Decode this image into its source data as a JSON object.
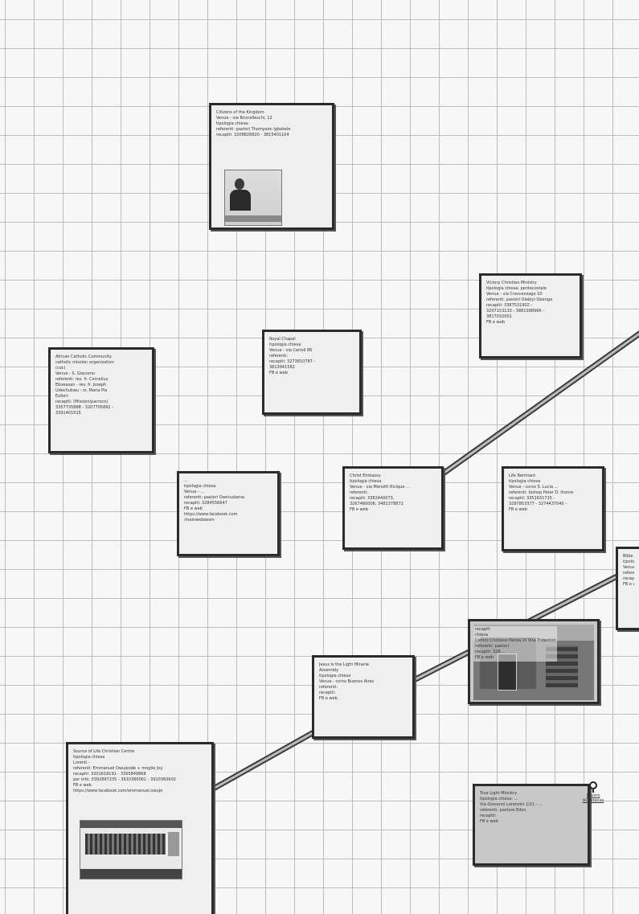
{
  "nodes": {
    "kingdom": [
      "Citizens of the Kingdom",
      "Venue - via Brunelleschi, 12",
      "tipologia chiesa:",
      "referenti: pastori Thompson Igbekele",
      "recapiti: 3208826820 - 3815401104"
    ],
    "vicory": [
      "Victory Christian Ministry",
      "tipologia chiesa: pentecostale",
      "Venue - via Crescenzago 10",
      "referenti: pastori Olebiyi Gbenga",
      "recapiti: 3387531902 -",
      "3207153133 - 3881388966 -",
      "3817032001",
      "FB e web"
    ],
    "royal": [
      "Royal Chapel",
      "tipologia chiesa",
      "Venue - via Cerioli 86",
      "referenti:",
      "recapiti: 3273810787 -",
      "3813941582",
      "FB e web"
    ],
    "african": [
      "African Catholic Community",
      "catholic mission organization",
      "(coc)",
      "Venue - S. Giacomo",
      "referenti: rev. fr. Cornelius",
      "Eboeasan - rev. fr. Joseph",
      "Udechukwu - sr. Maria Pia",
      "Eoforii",
      "recapiti: (Mission/parroco)",
      "3357735888 - 3207705892 -",
      "3391401515"
    ],
    "unnamed": [
      "...",
      "tipologia chiesa",
      "Venue - ...",
      "referenti: pastori Oseinudama",
      "recapiti: 3284556647",
      "FB e web",
      "https://www.facebook.com",
      "/mainwebsesm"
    ],
    "christ": [
      "Christ Embassy",
      "tipologia chiesa",
      "Venue - via Menotti Ricique ...",
      "referenti:",
      "recapiti: 3382440073,",
      "3267480006, 3481378871",
      "FB e web"
    ],
    "life": [
      "Life Remnant",
      "tipologia chiesa",
      "Venue - corso S. Lucia ...",
      "referenti: bishop Peter O. Ihonre",
      "recapiti: 3351631715 -",
      "3287853377 - 3274437040 -",
      "FB e web"
    ],
    "bible": [
      "Bible c...",
      "tipologia",
      "Venue -",
      "referenti",
      "recapiti",
      "FB e w..."
    ],
    "photo": [
      "recapiti",
      "chiesa",
      "Centro Cristiano Parola Di Vita Tridentini",
      "referenti: pastori",
      "recapiti: 328...",
      "FB e web"
    ],
    "jesus": [
      "Jesus is the Light Miracle",
      "Assembly",
      "tipologia chiesa",
      "Venue - corso Buenos Aires",
      "referenti:",
      "recapiti:",
      "FB e web"
    ],
    "source": [
      "Source of Life Christian Centre",
      "tipologia chiesa",
      "Lorenti -",
      "referenti: Emmanuel Owujeode + moglie Joy",
      "recapiti: 3201618191 - 3395849868",
      "per info: 3392887235 - 3910360061 - 3910360602",
      "FB e web",
      "https://www.facebook.com/emmanuel.owuje"
    ],
    "truelight": [
      "True Light Ministry",
      "tipologia chiesa: ...",
      "Via Giovanni Lorenzini 1/11 - ...",
      "referenti: pastore Eden",
      "recapiti:",
      "FB e web"
    ]
  },
  "pin": {
    "label": [
      "Lavoro",
      "Assistenza"
    ]
  },
  "colors": {
    "grid": "#bdbdbd",
    "node_border": "#2b2b2b",
    "node_fill": "#efefef",
    "connector": "#666666"
  },
  "icons": {
    "pin": "location-pin-icon"
  }
}
